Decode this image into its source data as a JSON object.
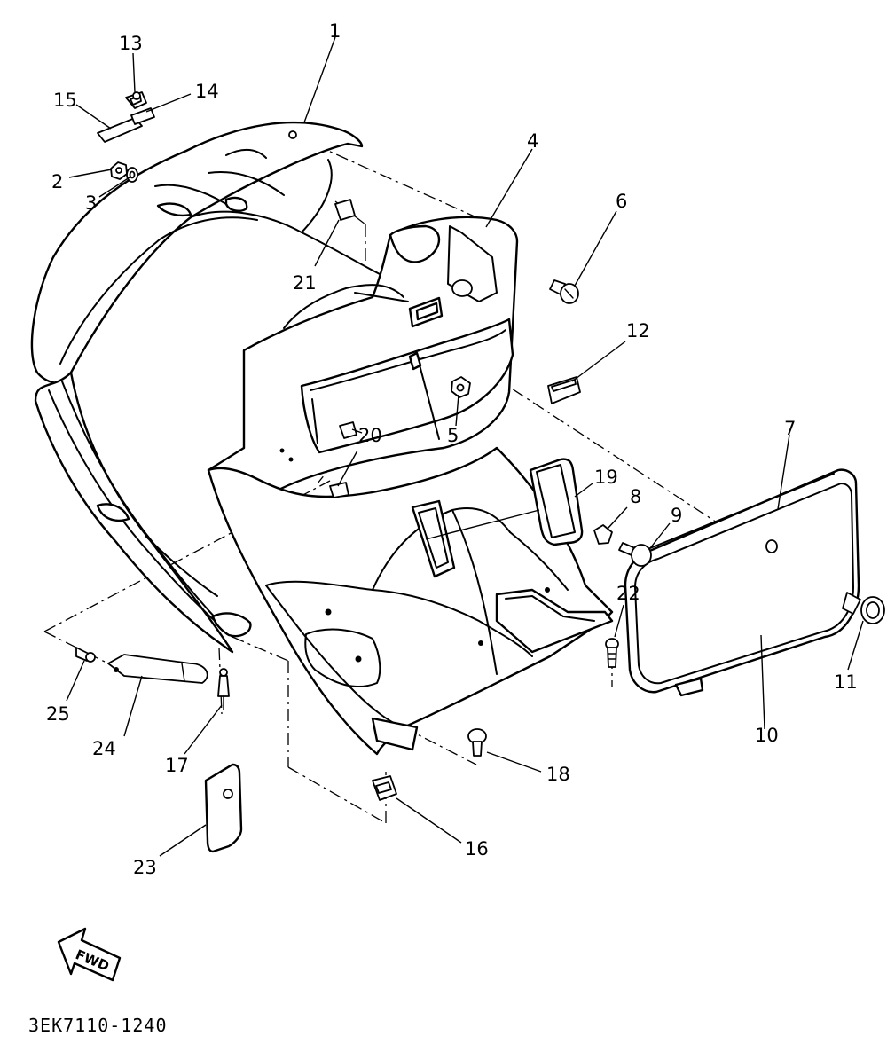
{
  "diagram": {
    "code": "3EK7110-1240",
    "direction_label": "FWD",
    "callouts": [
      "1",
      "2",
      "3",
      "4",
      "5",
      "6",
      "7",
      "8",
      "9",
      "10",
      "11",
      "12",
      "13",
      "14",
      "15",
      "16",
      "17",
      "18",
      "19",
      "20",
      "21",
      "22",
      "23",
      "24",
      "25"
    ]
  }
}
